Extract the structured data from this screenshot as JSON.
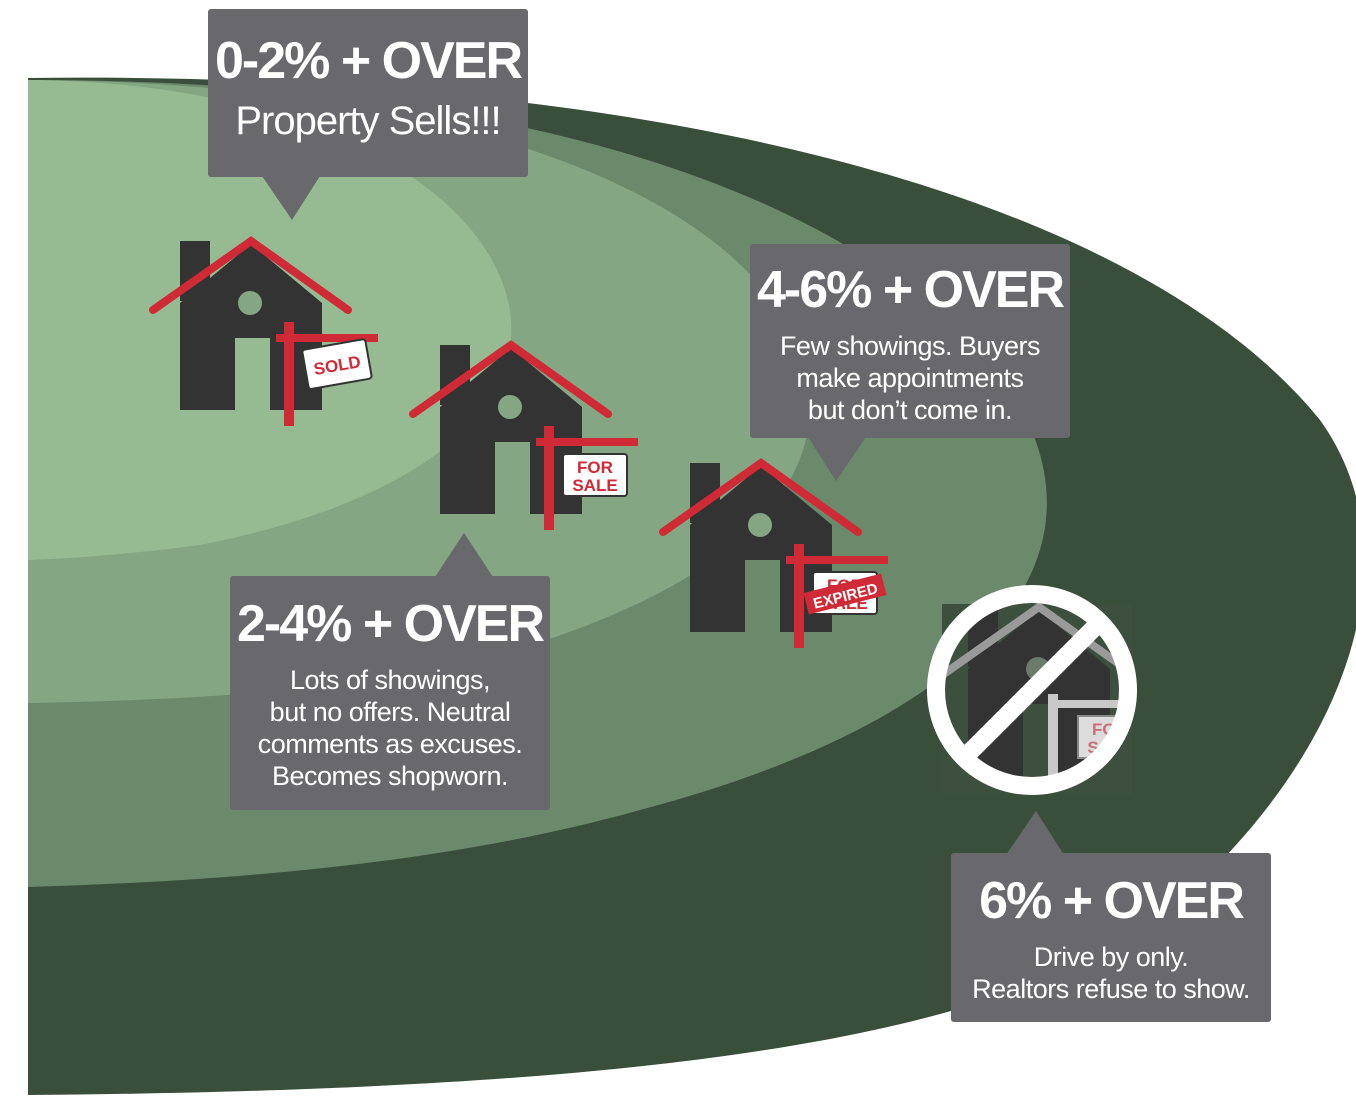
{
  "colors": {
    "zone_outer": "#3a4f3b",
    "zone_3": "#6b8a6b",
    "zone_2": "#84a682",
    "zone_1": "#96bb92",
    "callout_bg": "#69696d",
    "house": "#333333",
    "roof": "#cf2a36",
    "sign_text": "#cf2a36",
    "sign_bg": "#ffffff",
    "prohibited": "#ffffff"
  },
  "callouts": [
    {
      "id": "zone-0-2",
      "title": "0-2% + OVER",
      "lines": [
        "Property Sells!!!"
      ]
    },
    {
      "id": "zone-2-4",
      "title": "2-4% + OVER",
      "lines": [
        "Lots of showings,",
        "but no offers. Neutral",
        "comments as excuses.",
        "Becomes shopworn."
      ]
    },
    {
      "id": "zone-4-6",
      "title": "4-6% + OVER",
      "lines": [
        "Few showings. Buyers",
        "make appointments",
        "but don’t come in."
      ]
    },
    {
      "id": "zone-6",
      "title": "6% + OVER",
      "lines": [
        "Drive by only.",
        "Realtors refuse to show."
      ]
    }
  ],
  "houses": [
    {
      "id": "house-sold",
      "sign_lines": [
        "SOLD"
      ],
      "icon": "house-sold-icon"
    },
    {
      "id": "house-for-sale",
      "sign_lines": [
        "FOR",
        "SALE"
      ],
      "icon": "house-for-sale-icon"
    },
    {
      "id": "house-expired",
      "sign_lines": [
        "FOR",
        "SALE"
      ],
      "stamp": "EXPIRED",
      "icon": "house-expired-icon"
    },
    {
      "id": "house-prohibited",
      "sign_lines": [
        "FOR",
        "SALE"
      ],
      "icon": "no-showings-icon"
    }
  ]
}
